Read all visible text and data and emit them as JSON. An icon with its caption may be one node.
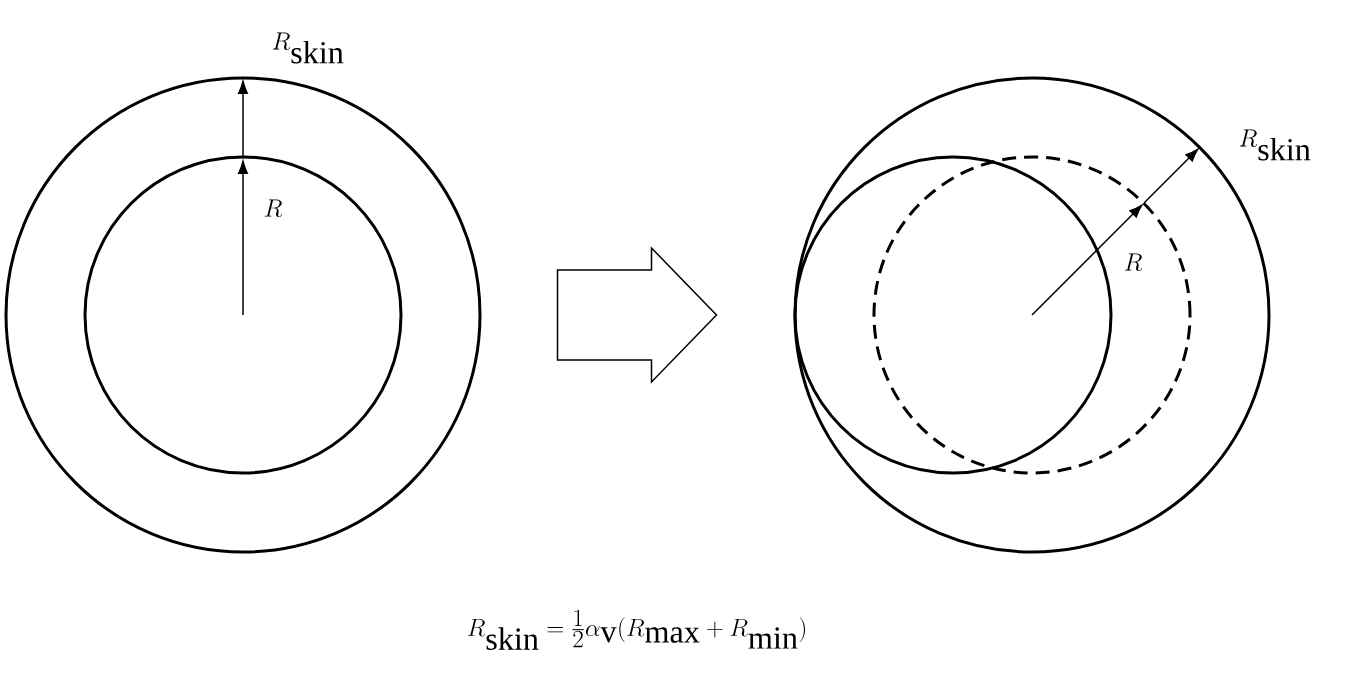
{
  "diagram": {
    "caption": "R_{\\mathrm{skin}} = \\tfrac{1}{2}\\alpha_{\\mathrm{v}}(R_{\\max} + R_{\\min})",
    "nodes": [
      {
        "text": [],
        "shape": "circle"
      },
      {
        "text": [],
        "shape": "circle",
        "in": 0
      },
      {
        "text": [],
        "shape": "circle"
      },
      {
        "text": [],
        "shape": "circle",
        "in": 2
      },
      {
        "text": [],
        "shape": "circle",
        "in": 2
      }
    ],
    "edges": [
      {
        "from": 0,
        "to": 2,
        "arrow": "to"
      }
    ],
    "labels": [
      "R_{\\mathrm{skin}}",
      "R",
      "R_{\\mathrm{skin}}",
      "R"
    ]
  }
}
